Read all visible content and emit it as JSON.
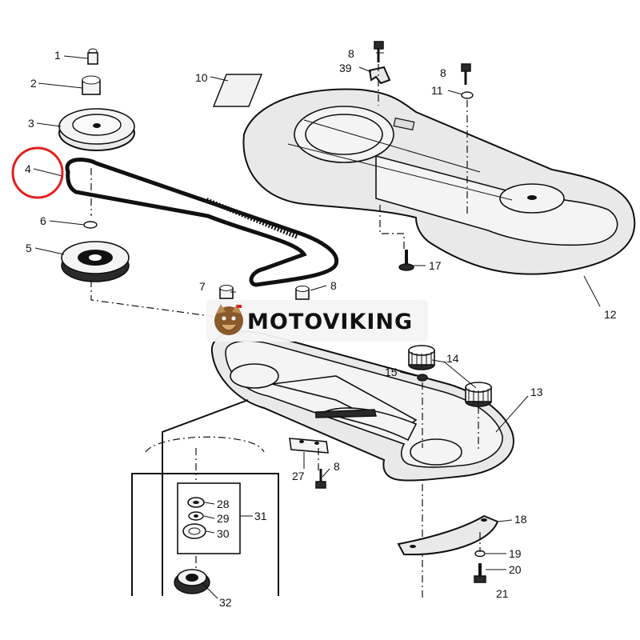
{
  "brand": {
    "watermark_text": "MOTOVIKING",
    "highlight_color": "#e02020"
  },
  "callouts": [
    {
      "num": "1"
    },
    {
      "num": "2"
    },
    {
      "num": "3"
    },
    {
      "num": "4"
    },
    {
      "num": "6"
    },
    {
      "num": "5"
    },
    {
      "num": "7"
    },
    {
      "num": "8"
    },
    {
      "num": "10"
    },
    {
      "num": "8"
    },
    {
      "num": "39"
    },
    {
      "num": "8"
    },
    {
      "num": "11"
    },
    {
      "num": "17"
    },
    {
      "num": "12"
    },
    {
      "num": "14"
    },
    {
      "num": "15"
    },
    {
      "num": "13"
    },
    {
      "num": "27"
    },
    {
      "num": "8"
    },
    {
      "num": "28"
    },
    {
      "num": "29"
    },
    {
      "num": "30"
    },
    {
      "num": "31"
    },
    {
      "num": "18"
    },
    {
      "num": "19"
    },
    {
      "num": "20"
    },
    {
      "num": "21"
    },
    {
      "num": "32"
    }
  ],
  "highlighted_callout": "4"
}
